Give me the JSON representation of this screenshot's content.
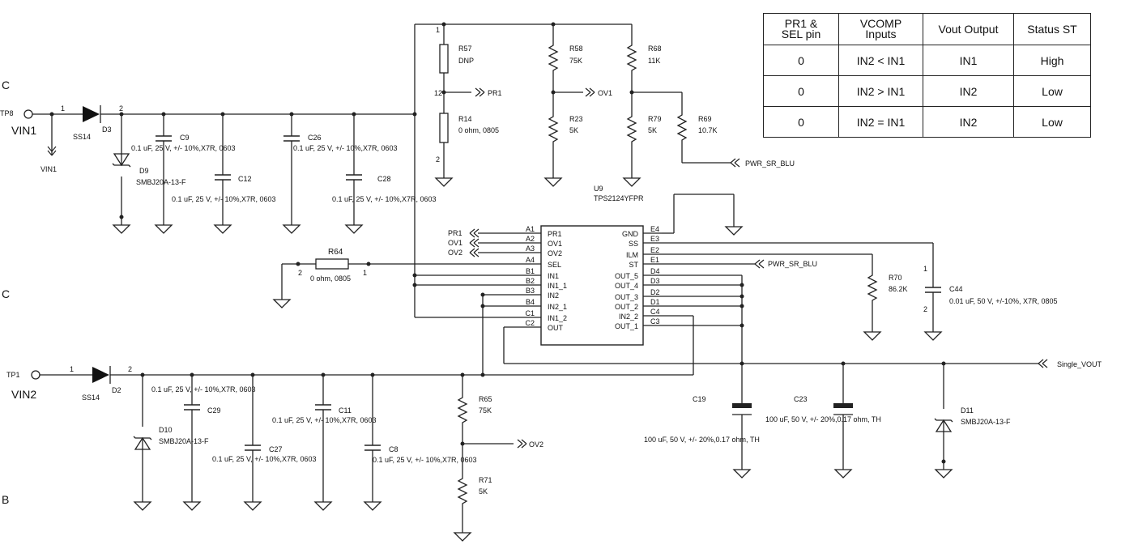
{
  "table": {
    "headers": [
      "PR1 &\nSEL pin",
      "VCOMP\nInputs",
      "Vout Output",
      "Status ST"
    ],
    "rows": [
      [
        "0",
        "IN2 < IN1",
        "IN1",
        "High"
      ],
      [
        "0",
        "IN2 > IN1",
        "IN2",
        "Low"
      ],
      [
        "0",
        "IN2 = IN1",
        "IN2",
        "Low"
      ]
    ]
  },
  "ic": {
    "ref": "U9",
    "part": "TPS2124YFPR",
    "left_pins": [
      {
        "ball": "A1",
        "name": "PR1"
      },
      {
        "ball": "A2",
        "name": "OV1"
      },
      {
        "ball": "A3",
        "name": "OV2"
      },
      {
        "ball": "A4",
        "name": "SEL"
      },
      {
        "ball": "B1",
        "name": "IN1"
      },
      {
        "ball": "B2",
        "name": "IN1_1"
      },
      {
        "ball": "B3",
        "name": "IN2"
      },
      {
        "ball": "B4",
        "name": "IN2_1"
      },
      {
        "ball": "C1",
        "name": "IN1_2"
      },
      {
        "ball": "C2",
        "name": "OUT"
      }
    ],
    "right_pins": [
      {
        "ball": "E4",
        "name": "GND"
      },
      {
        "ball": "E3",
        "name": "SS"
      },
      {
        "ball": "E2",
        "name": "ILM"
      },
      {
        "ball": "E1",
        "name": "ST"
      },
      {
        "ball": "D4",
        "name": "OUT_5"
      },
      {
        "ball": "D3",
        "name": "OUT_4"
      },
      {
        "ball": "D2",
        "name": "OUT_3"
      },
      {
        "ball": "D1",
        "name": "OUT_2"
      },
      {
        "ball": "C4",
        "name": "IN2_2"
      },
      {
        "ball": "C3",
        "name": "OUT_1"
      }
    ]
  },
  "nets": {
    "pr1": "PR1",
    "ov1": "OV1",
    "ov2": "OV2",
    "pwr": "PWR_SR_BLU",
    "vout": "Single_VOUT",
    "vin1_flag": "VIN1"
  },
  "ports": {
    "tp8": "TP8",
    "vin1": "VIN1",
    "tp1": "TP1",
    "vin2": "VIN2"
  },
  "parts": {
    "d3": {
      "ref": "D3",
      "val": "SS14"
    },
    "d2": {
      "ref": "D2",
      "val": "SS14"
    },
    "d9": {
      "ref": "D9",
      "val": "SMBJ20A-13-F"
    },
    "d10": {
      "ref": "D10",
      "val": "SMBJ20A-13-F"
    },
    "d11": {
      "ref": "D11",
      "val": "SMBJ20A-13-F"
    },
    "c9": {
      "ref": "C9",
      "val": "0.1 uF, 25 V, +/- 10%,X7R, 0603"
    },
    "c12": {
      "ref": "C12",
      "val": "0.1 uF, 25 V, +/- 10%,X7R, 0603"
    },
    "c26": {
      "ref": "C26",
      "val": "0.1 uF, 25 V, +/- 10%,X7R, 0603"
    },
    "c28": {
      "ref": "C28",
      "val": "0.1 uF, 25 V, +/- 10%,X7R, 0603"
    },
    "c29": {
      "ref": "C29",
      "val": "0.1 uF, 25 V, +/- 10%,X7R, 0603"
    },
    "c27": {
      "ref": "C27",
      "val": "0.1 uF, 25 V, +/- 10%,X7R, 0603"
    },
    "c11": {
      "ref": "C11",
      "val": "0.1 uF, 25 V, +/- 10%,X7R, 0603"
    },
    "c8": {
      "ref": "C8",
      "val": "0.1 uF, 25 V, +/- 10%,X7R, 0603"
    },
    "c19": {
      "ref": "C19",
      "val": "100 uF, 50 V, +/- 20%,0.17 ohm, TH"
    },
    "c23": {
      "ref": "C23",
      "val": "100 uF, 50 V, +/- 20%,0.17 ohm, TH"
    },
    "c44": {
      "ref": "C44",
      "val": "0.01 uF, 50 V, +/-10%, X7R, 0805"
    },
    "r57": {
      "ref": "R57",
      "val": "DNP"
    },
    "r14": {
      "ref": "R14",
      "val": "0 ohm, 0805"
    },
    "r58": {
      "ref": "R58",
      "val": "75K"
    },
    "r23": {
      "ref": "R23",
      "val": "5K"
    },
    "r68": {
      "ref": "R68",
      "val": "11K"
    },
    "r79": {
      "ref": "R79",
      "val": "5K"
    },
    "r69": {
      "ref": "R69",
      "val": "10.7K"
    },
    "r64": {
      "ref": "R64",
      "val": "0 ohm, 0805"
    },
    "r70": {
      "ref": "R70",
      "val": "86.2K"
    },
    "r65": {
      "ref": "R65",
      "val": "75K"
    },
    "r71": {
      "ref": "R71",
      "val": "5K"
    }
  },
  "pin_numbers": {
    "one": "1",
    "two": "2",
    "twelve": "12"
  },
  "margin_letters": {
    "c": "C",
    "b": "B"
  }
}
